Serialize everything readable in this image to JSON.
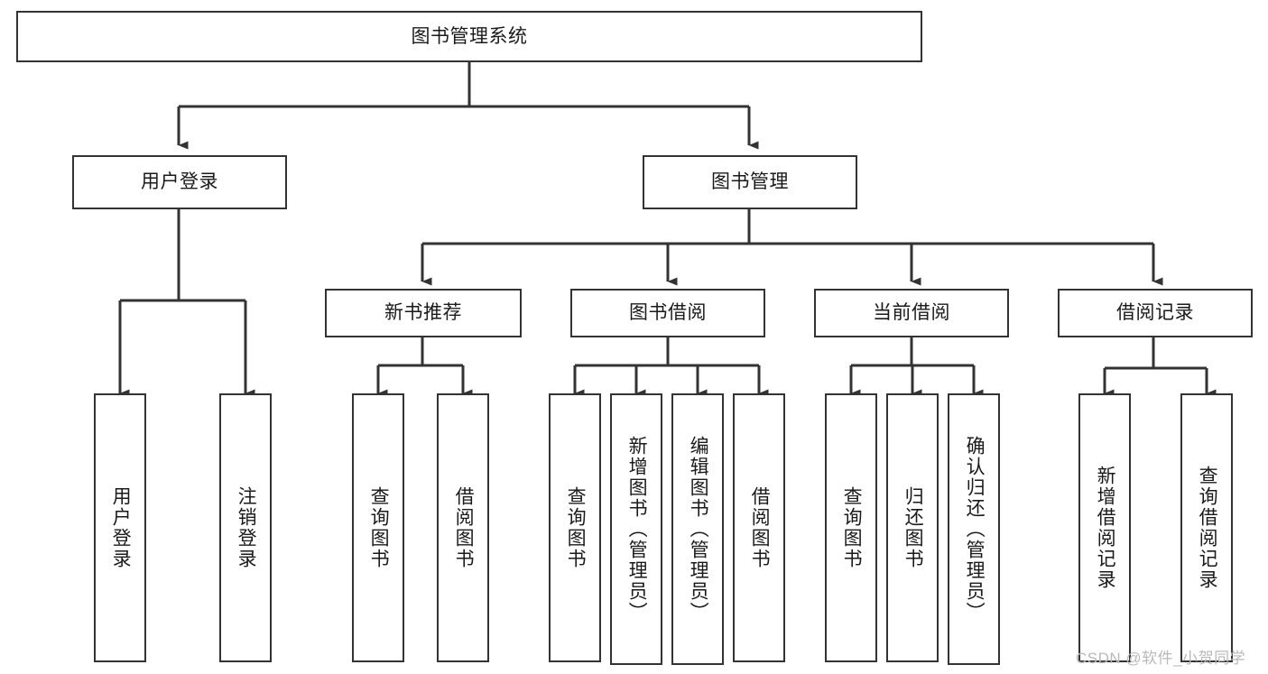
{
  "diagram": {
    "type": "tree-hierarchy-flowchart",
    "title": "图书管理系统",
    "watermark": "CSDN @软件_小贺同学",
    "colors": {
      "box_border": "#333333",
      "box_fill": "#ffffff",
      "connector": "#333333",
      "text": "#1a1a1a",
      "watermark": "#b9b9b9",
      "background": "#ffffff"
    },
    "levels": [
      {
        "level": 0,
        "nodes": [
          {
            "id": "root",
            "label": "图书管理系统",
            "orientation": "horizontal"
          }
        ]
      },
      {
        "level": 1,
        "nodes": [
          {
            "id": "user-login",
            "label": "用户登录",
            "orientation": "horizontal",
            "parent": "root"
          },
          {
            "id": "book-manage",
            "label": "图书管理",
            "orientation": "horizontal",
            "parent": "root"
          }
        ]
      },
      {
        "level": 2,
        "nodes": [
          {
            "id": "new-book-recommend",
            "label": "新书推荐",
            "orientation": "horizontal",
            "parent": "book-manage"
          },
          {
            "id": "book-borrow",
            "label": "图书借阅",
            "orientation": "horizontal",
            "parent": "book-manage"
          },
          {
            "id": "current-borrow",
            "label": "当前借阅",
            "orientation": "horizontal",
            "parent": "book-manage"
          },
          {
            "id": "borrow-record",
            "label": "借阅记录",
            "orientation": "horizontal",
            "parent": "book-manage"
          }
        ]
      },
      {
        "level": 3,
        "nodes": [
          {
            "id": "leaf-user-login",
            "label": "用户登录",
            "orientation": "vertical",
            "parent": "user-login"
          },
          {
            "id": "leaf-logout-login",
            "label": "注销登录",
            "orientation": "vertical",
            "parent": "user-login"
          },
          {
            "id": "leaf-query-book-1",
            "label": "查询图书",
            "orientation": "vertical",
            "parent": "new-book-recommend"
          },
          {
            "id": "leaf-borrow-book-1",
            "label": "借阅图书",
            "orientation": "vertical",
            "parent": "new-book-recommend"
          },
          {
            "id": "leaf-query-book-2",
            "label": "查询图书",
            "orientation": "vertical",
            "parent": "book-borrow"
          },
          {
            "id": "leaf-add-book",
            "label": "新增图书（管理员）",
            "orientation": "vertical",
            "parent": "book-borrow"
          },
          {
            "id": "leaf-edit-book",
            "label": "编辑图书（管理员）",
            "orientation": "vertical",
            "parent": "book-borrow"
          },
          {
            "id": "leaf-borrow-book-2",
            "label": "借阅图书",
            "orientation": "vertical",
            "parent": "book-borrow"
          },
          {
            "id": "leaf-query-book-3",
            "label": "查询图书",
            "orientation": "vertical",
            "parent": "current-borrow"
          },
          {
            "id": "leaf-return-book",
            "label": "归还图书",
            "orientation": "vertical",
            "parent": "current-borrow"
          },
          {
            "id": "leaf-confirm-return",
            "label": "确认归还（管理员）",
            "orientation": "vertical",
            "parent": "current-borrow"
          },
          {
            "id": "leaf-add-record",
            "label": "新增借阅记录",
            "orientation": "vertical",
            "parent": "borrow-record"
          },
          {
            "id": "leaf-query-record",
            "label": "查询借阅记录",
            "orientation": "vertical",
            "parent": "borrow-record"
          }
        ]
      }
    ]
  }
}
